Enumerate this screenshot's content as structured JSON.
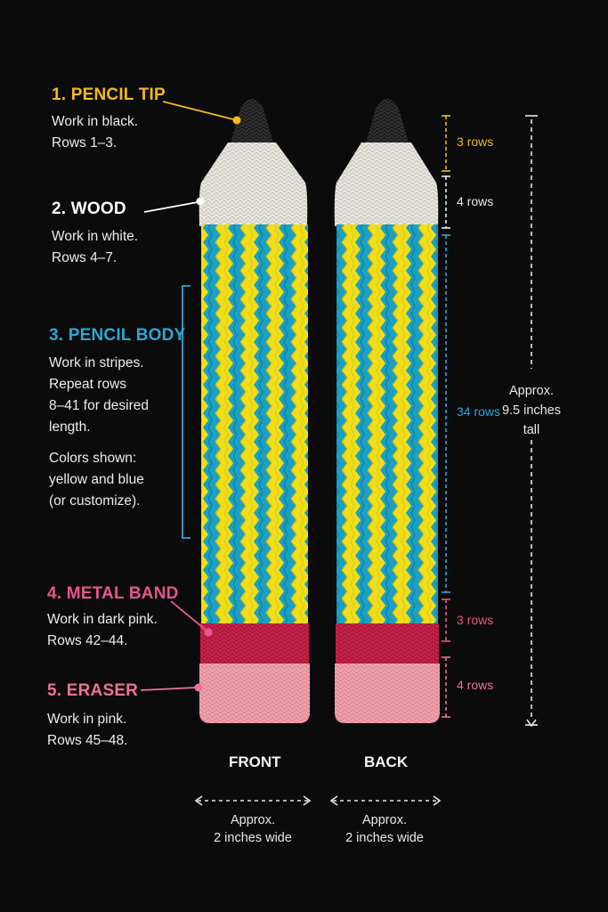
{
  "colors": {
    "tip_title": "#f2b91f",
    "wood_title": "#ffffff",
    "body_title": "#2aa8d8",
    "band_title": "#e8558f",
    "eraser_title": "#ee6fa0",
    "yarn_black": "#1a1a1a",
    "yarn_white": "#e9e6e0",
    "yarn_yellow": "#f1de1a",
    "yarn_blue": "#1aa0c4",
    "yarn_dark_pink": "#c8234a",
    "yarn_pink": "#f2a3ae"
  },
  "sections": [
    {
      "title": "1. PENCIL TIP",
      "lines": [
        "Work in black.",
        "Rows 1–3."
      ]
    },
    {
      "title": "2. WOOD",
      "lines": [
        "Work in white.",
        "Rows 4–7."
      ]
    },
    {
      "title": "3. PENCIL BODY",
      "lines": [
        "Work in stripes.",
        "Repeat rows",
        "8–41 for desired",
        "length."
      ],
      "extra": [
        "Colors shown:",
        "yellow and blue",
        "(or customize)."
      ]
    },
    {
      "title": "4. METAL BAND",
      "lines": [
        "Work in dark pink.",
        "Rows 42–44."
      ]
    },
    {
      "title": "5. ERASER",
      "lines": [
        "Work in pink.",
        "Rows 45–48."
      ]
    }
  ],
  "row_dimensions": [
    "3 rows",
    "4 rows",
    "34 rows",
    "3 rows",
    "4 rows"
  ],
  "height": {
    "lines": [
      "Approx.",
      "9.5 inches",
      "tall"
    ]
  },
  "views": [
    "FRONT",
    "BACK"
  ],
  "width": {
    "front": [
      "Approx.",
      "2 inches wide"
    ],
    "back": [
      "Approx.",
      "2 inches wide"
    ]
  }
}
